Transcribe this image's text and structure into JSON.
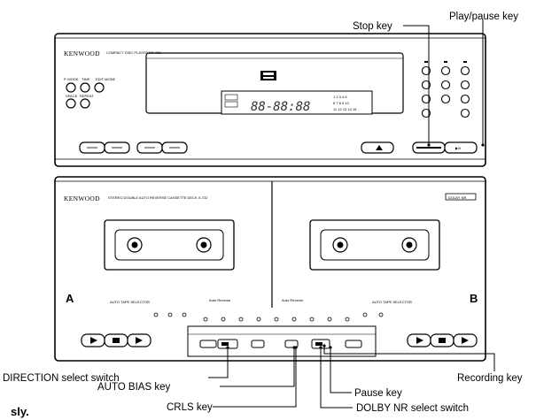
{
  "callouts": {
    "stop_key": "Stop key",
    "play_pause_key": "Play/pause key",
    "direction_select_switch": "DIRECTION select switch",
    "auto_bias_key": "AUTO BIAS key",
    "crls_key": "CRLS key",
    "recording_key": "Recording key",
    "pause_key": "Pause key",
    "dolby_nr_select_switch": "DOLBY NR select switch"
  },
  "cd_player": {
    "brand": "KENWOOD",
    "model": "COMPACT DISC PLAYER DP-722",
    "disc_logo": "disc",
    "btn_p_mode": "P. MODE",
    "btn_time": "TIME",
    "btn_edit_mode": "EDIT MODE",
    "btn_space": "SPACE",
    "btn_repeat": "REPEAT",
    "display_digits": "88-88:88"
  },
  "cassette_deck": {
    "brand": "KENWOOD",
    "model": "STEREO DOUBLE AUTO REVERSE CASSETTE DECK X-722",
    "dolby_badge": "DOLBY NR",
    "deck_a_label": "A",
    "deck_b_label": "B",
    "auto_tape_selector_a": "AUTO TAPE SELECTOR",
    "auto_tape_selector_b": "AUTO TAPE SELECTOR",
    "auto_reverse_a": "Auto Reverse",
    "auto_reverse_b": "Auto Reverse"
  },
  "footer_text": "sly."
}
